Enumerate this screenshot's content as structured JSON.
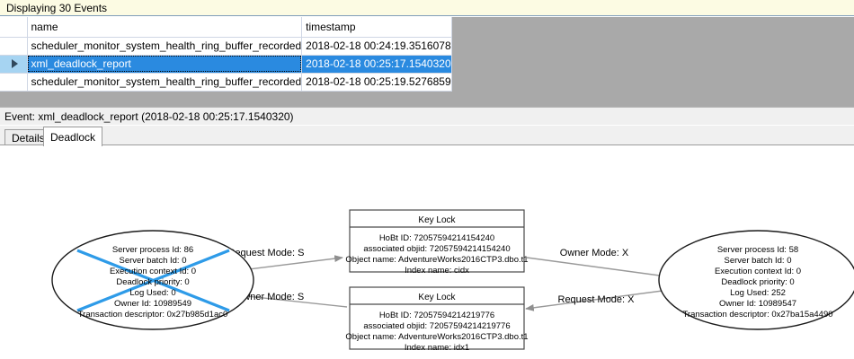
{
  "status_bar": {
    "text": "Displaying 30 Events"
  },
  "events_grid": {
    "columns": [
      "",
      "name",
      "timestamp"
    ],
    "rows": [
      {
        "selected": false,
        "selector": "",
        "name": "scheduler_monitor_system_health_ring_buffer_recorded",
        "timestamp": "2018-02-18 00:24:19.3516078"
      },
      {
        "selected": true,
        "selector": "row-selector-arrow",
        "name": "xml_deadlock_report",
        "timestamp": "2018-02-18 00:25:17.1540320"
      },
      {
        "selected": false,
        "selector": "",
        "name": "scheduler_monitor_system_health_ring_buffer_recorded",
        "timestamp": "2018-02-18 00:25:19.5276859"
      }
    ]
  },
  "event_header": {
    "text": "Event: xml_deadlock_report (2018-02-18 00:25:17.1540320)"
  },
  "tabs": [
    {
      "label": "Details",
      "active": false
    },
    {
      "label": "Deadlock",
      "active": true
    }
  ],
  "colors": {
    "status_background": "#FCFBE3",
    "selection_blue": "#2A8AE0",
    "victim_cross_blue": "#2E9BE8",
    "grid_filler_gray": "#A9A9A9",
    "node_outline": "#1A1A1A",
    "edge_gray": "#9A9A9A"
  },
  "deadlock_graph": {
    "processes": [
      {
        "id": "process-left",
        "victim": true,
        "lines": [
          "Server process Id: 86",
          "Server batch Id: 0",
          "Execution context Id: 0",
          "Deadlock priority: 0",
          "Log Used: 0",
          "Owner Id: 10989549",
          "Transaction descriptor: 0x27b985d1ac0"
        ]
      },
      {
        "id": "process-right",
        "victim": false,
        "lines": [
          "Server process Id: 58",
          "Server batch Id: 0",
          "Execution context Id: 0",
          "Deadlock priority: 0",
          "Log Used: 252",
          "Owner Id: 10989547",
          "Transaction descriptor: 0x27ba15a4490"
        ]
      }
    ],
    "resources": [
      {
        "id": "keylock-top",
        "title": "Key Lock",
        "lines": [
          "HoBt ID: 72057594214154240",
          "associated objid: 72057594214154240",
          "Object name: AdventureWorks2016CTP3.dbo.t1",
          "Index name: cidx"
        ]
      },
      {
        "id": "keylock-bottom",
        "title": "Key Lock",
        "lines": [
          "HoBt ID: 72057594214219776",
          "associated objid: 72057594214219776",
          "Object name: AdventureWorks2016CTP3.dbo.t1",
          "Index name: idx1"
        ]
      }
    ],
    "edges": [
      {
        "id": "edge-left-request-top",
        "label": "Request Mode: S",
        "from": "process-left",
        "to": "keylock-top"
      },
      {
        "id": "edge-top-owner-right",
        "label": "Owner Mode: X",
        "from": "keylock-top",
        "to": "process-right"
      },
      {
        "id": "edge-bottom-owner-left",
        "label": "Owner Mode: S",
        "from": "keylock-bottom",
        "to": "process-left"
      },
      {
        "id": "edge-right-request-bottom",
        "label": "Request Mode: X",
        "from": "process-right",
        "to": "keylock-bottom"
      }
    ]
  }
}
